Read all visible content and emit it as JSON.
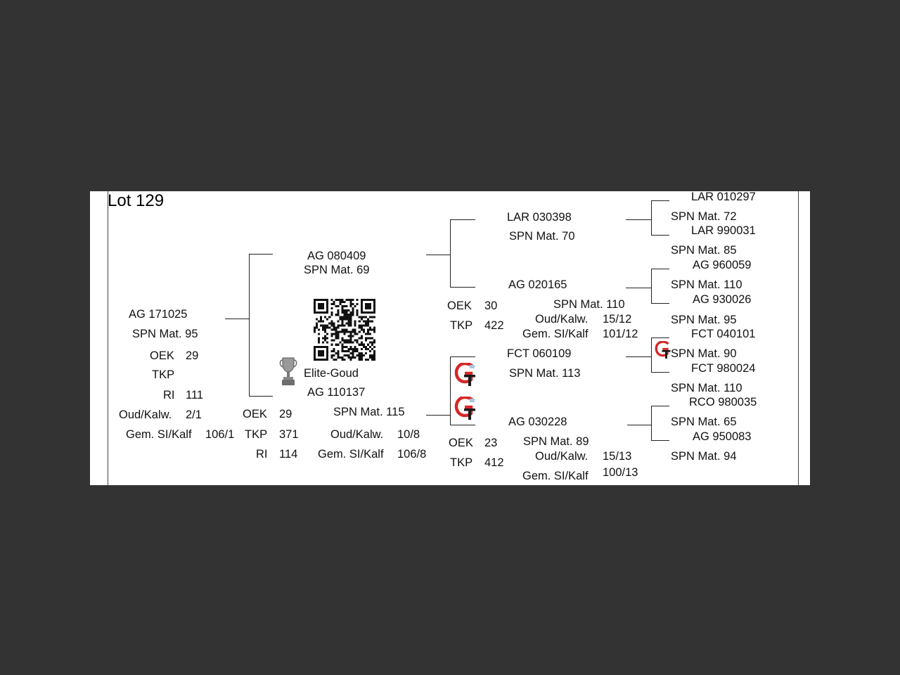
{
  "lot": {
    "title": "Lot 129"
  },
  "animal": {
    "id": "AG  171025",
    "spn": "SPN Mat. 95",
    "oek_label": "OEK",
    "oek_value": "29",
    "tkp_label": "TKP",
    "ri_label": "RI",
    "ri_value": "111",
    "oud_label": "Oud/Kalw.",
    "oud_value": "2/1",
    "gem_label": "Gem. SI/Kalf",
    "gem_value": "106/1"
  },
  "sire": {
    "id": "AG  080409",
    "spn": "SPN Mat. 69",
    "oek_label": "OEK",
    "oek_value": "30",
    "tkp_label": "TKP",
    "tkp_value": "422",
    "spn2": "SPN Mat. 110",
    "oud_label": "Oud/Kalw.",
    "oud_value": "15/12",
    "gem_label": "Gem. SI/Kalf",
    "gem_value": "101/12"
  },
  "dam": {
    "award": "Elite-Goud",
    "id": "AG  110137",
    "spn": "SPN Mat. 115",
    "oek_label": "OEK",
    "oek_value": "29",
    "tkp_label": "TKP",
    "tkp_value": "371",
    "ri_label": "RI",
    "ri_value": "114",
    "oud_label": "Oud/Kalw.",
    "oud_value": "10/8",
    "gem_label": "Gem. SI/Kalf",
    "gem_value": "106/8"
  },
  "sire_sire": {
    "id": "LAR 030398",
    "spn": "SPN Mat. 70"
  },
  "sire_dam": {
    "id": "AG  020165"
  },
  "dam_sire": {
    "id": "FCT 060109",
    "spn": "SPN Mat. 113"
  },
  "dam_dam": {
    "id": "AG  030228",
    "oek_label": "OEK",
    "oek_value": "23",
    "tkp_label": "TKP",
    "tkp_value": "412",
    "spn": "SPN Mat. 89",
    "oud_label": "Oud/Kalw.",
    "oud_value": "15/13",
    "gem_label": "Gem. SI/Kalf",
    "gem_value": "100/13"
  },
  "ggp": [
    {
      "id": "LAR 010297",
      "spn": "SPN Mat. 72"
    },
    {
      "id": "LAR 990031",
      "spn": "SPN Mat. 85"
    },
    {
      "id": "AG  960059",
      "spn": "SPN Mat. 110"
    },
    {
      "id": "AG  930026",
      "spn": "SPN Mat. 95"
    },
    {
      "id": "FCT 040101",
      "spn": "SPN Mat. 90"
    },
    {
      "id": "FCT 980024",
      "spn": "SPN Mat. 110"
    },
    {
      "id": "RCO 980035",
      "spn": "SPN Mat. 65"
    },
    {
      "id": "AG  950083",
      "spn": "SPN Mat. 94"
    }
  ],
  "icons": {
    "qr": "qr-code-icon",
    "trophy": "trophy-icon",
    "gt_logo": "gt-logo-icon"
  },
  "colors": {
    "gt_red": "#d62828",
    "text": "#111111",
    "background": "#333333"
  }
}
